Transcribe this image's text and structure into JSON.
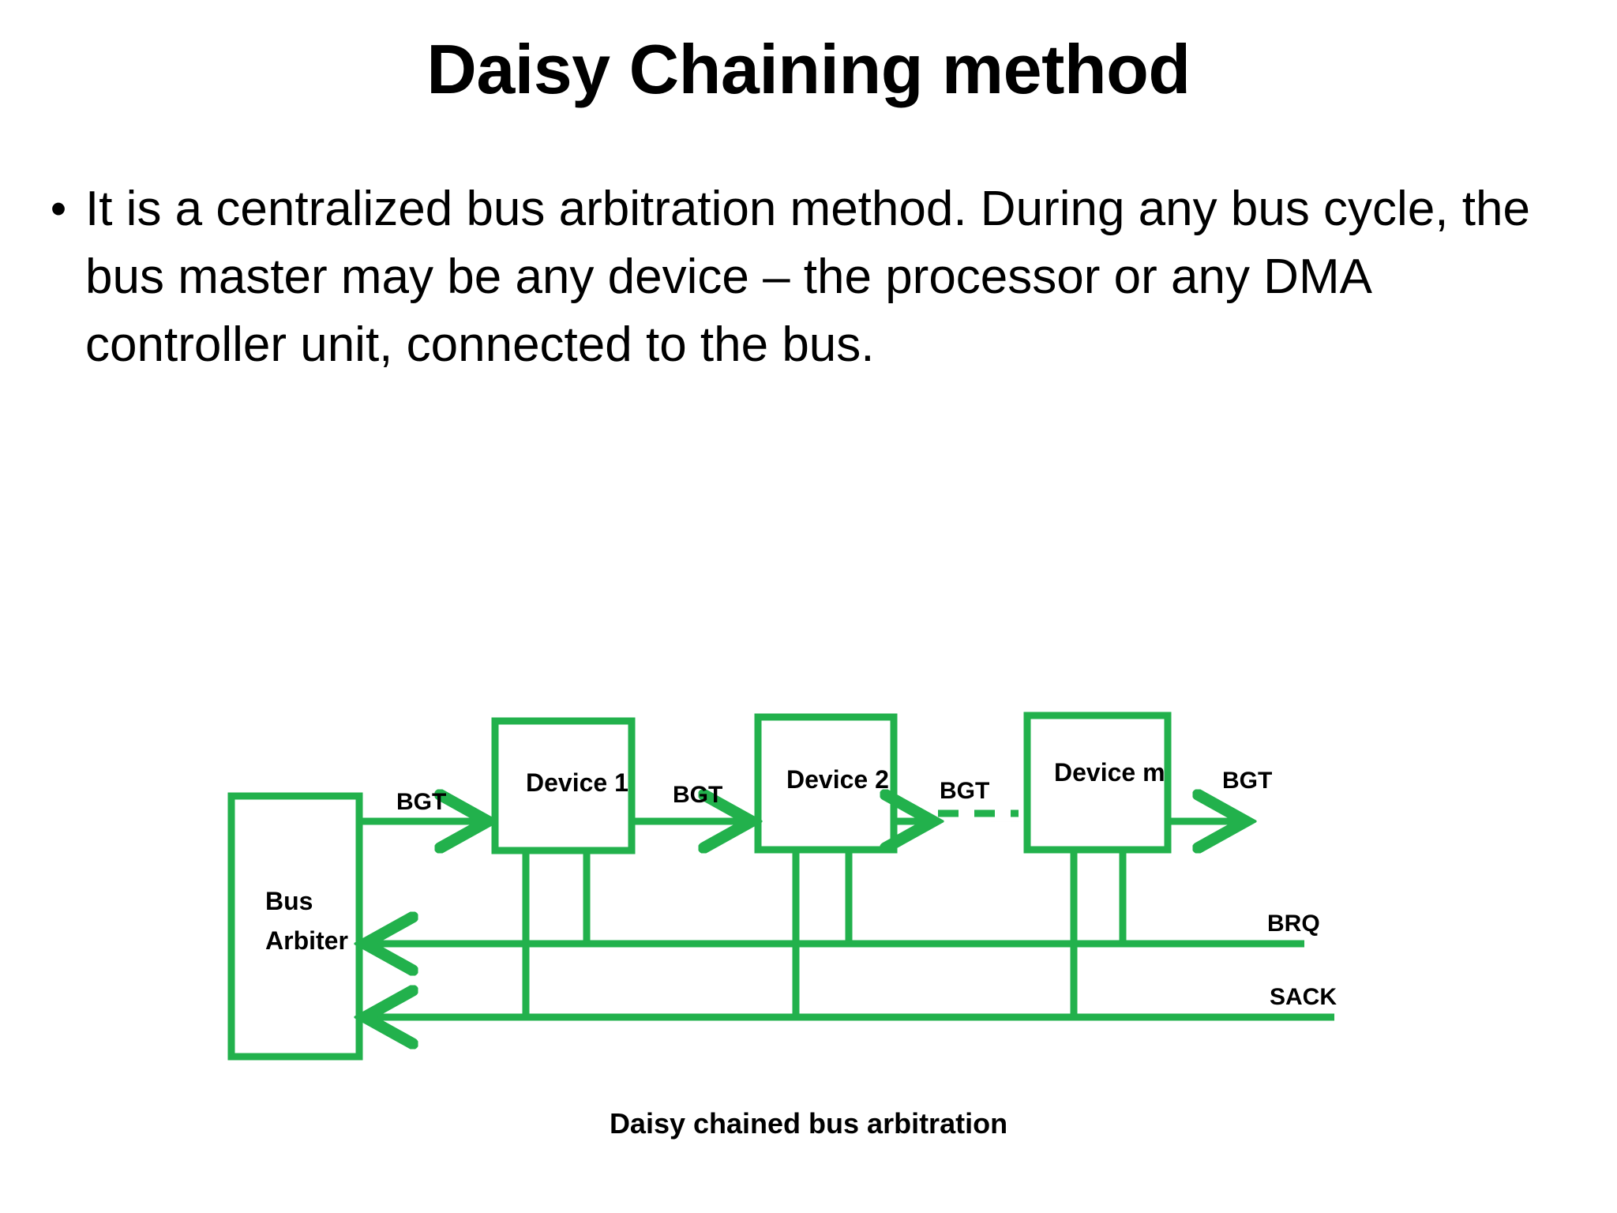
{
  "slide": {
    "title": "Daisy Chaining method",
    "bullets": [
      {
        "marker": "•",
        "text": "It is a centralized bus arbitration method. During any bus cycle, the bus master may be any device – the processor or any DMA controller unit, connected to the bus."
      }
    ]
  },
  "diagram": {
    "caption": "Daisy chained bus arbitration",
    "accent_color": "#22B14C",
    "text_color": "#000000",
    "nodes": [
      {
        "id": "arbiter",
        "label_line1": "Bus",
        "label_line2": "Arbiter"
      },
      {
        "id": "device1",
        "label": "Device 1"
      },
      {
        "id": "device2",
        "label": "Device 2"
      },
      {
        "id": "devicem",
        "label": "Device m"
      }
    ],
    "signals": {
      "bgt_arbiter_to_d1": "BGT",
      "bgt_d1_to_d2": "BGT",
      "bgt_d2_to_dm": "BGT",
      "bgt_dm_out": "BGT",
      "brq": "BRQ",
      "sack": "SACK"
    }
  }
}
